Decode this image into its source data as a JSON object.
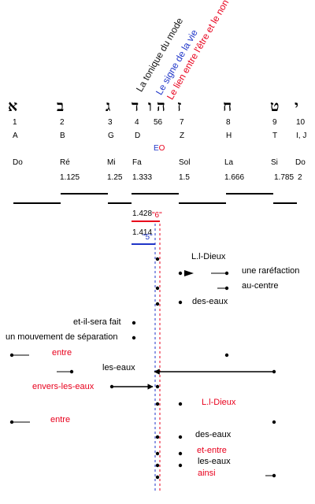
{
  "rotated_labels": [
    {
      "text": "La tonique du mode",
      "color": "#111111"
    },
    {
      "text": "Le signe de la vie",
      "color": "#1f35c8"
    },
    {
      "text": "Le lien entre l'être et le non être",
      "color": "#e8001c"
    }
  ],
  "hebrew_letters": [
    "א",
    "ב",
    "ג",
    "ד",
    "ו",
    "ה",
    "ז",
    "ח",
    "ט",
    "י"
  ],
  "numbers": [
    "1",
    "2",
    "3",
    "4",
    "56",
    "7",
    "8",
    "9",
    "10"
  ],
  "latin_letters": [
    "A",
    "B",
    "G",
    "D",
    "Z",
    "H",
    "T",
    "I, J"
  ],
  "eo": {
    "e": "E",
    "o": "O"
  },
  "notes": [
    "Do",
    "Ré",
    "Mi",
    "Fa",
    "Sol",
    "La",
    "Si",
    "Do"
  ],
  "ratios": [
    "1.125",
    "1.25",
    "1.333",
    "1.5",
    "1.666",
    "1.785",
    "2"
  ],
  "value_red": "1.428",
  "label_red": "\"6\"",
  "value_blue": "1.414",
  "label_blue": "\"5\"",
  "words": [
    "L.l-Dieux",
    "une raréfaction",
    "au-centre",
    "des-eaux",
    "et-il-sera fait",
    "un mouvement de séparation",
    "entre",
    "les-eaux",
    "envers-les-eaux",
    "L.l-Dieux",
    "entre",
    "des-eaux",
    "et-entre",
    "les-eaux",
    "ainsi"
  ],
  "colors": {
    "red": "#e8001c",
    "blue": "#1f35c8",
    "black": "#000000"
  }
}
